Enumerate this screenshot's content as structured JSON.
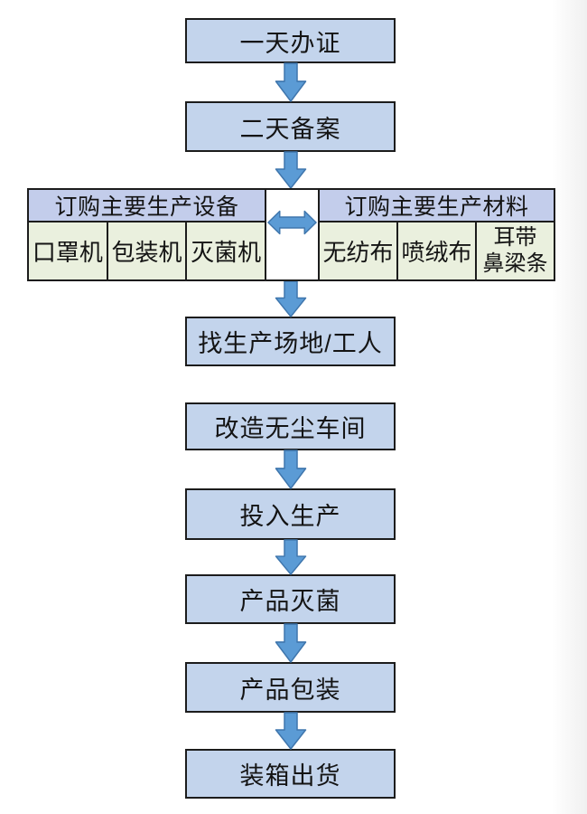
{
  "flow": {
    "boxes": [
      {
        "label": "一天办证"
      },
      {
        "label": "二天备案"
      },
      {
        "label": "找生产场地/工人"
      },
      {
        "label": "改造无尘车间"
      },
      {
        "label": "投入生产"
      },
      {
        "label": "产品灭菌"
      },
      {
        "label": "产品包装"
      },
      {
        "label": "装箱出货"
      }
    ]
  },
  "groups": {
    "equipment": {
      "header": "订购主要生产设备",
      "cells": [
        "口罩机",
        "包装机",
        "灭菌机"
      ]
    },
    "materials": {
      "header": "订购主要生产材料",
      "cells": [
        "无纺布",
        "喷绒布"
      ],
      "cell3": {
        "line1": "耳带",
        "line2": "鼻梁条"
      }
    }
  },
  "colors": {
    "box_fill": "#c3d4ec",
    "header_fill": "#c3cdeb",
    "cell_fill": "#eaf0de",
    "connector_fill": "#ffffff",
    "border": "#1c1c1c",
    "arrow_fill": "#5b9bd5",
    "arrow_stroke": "#3f76ad",
    "text": "#141414"
  }
}
